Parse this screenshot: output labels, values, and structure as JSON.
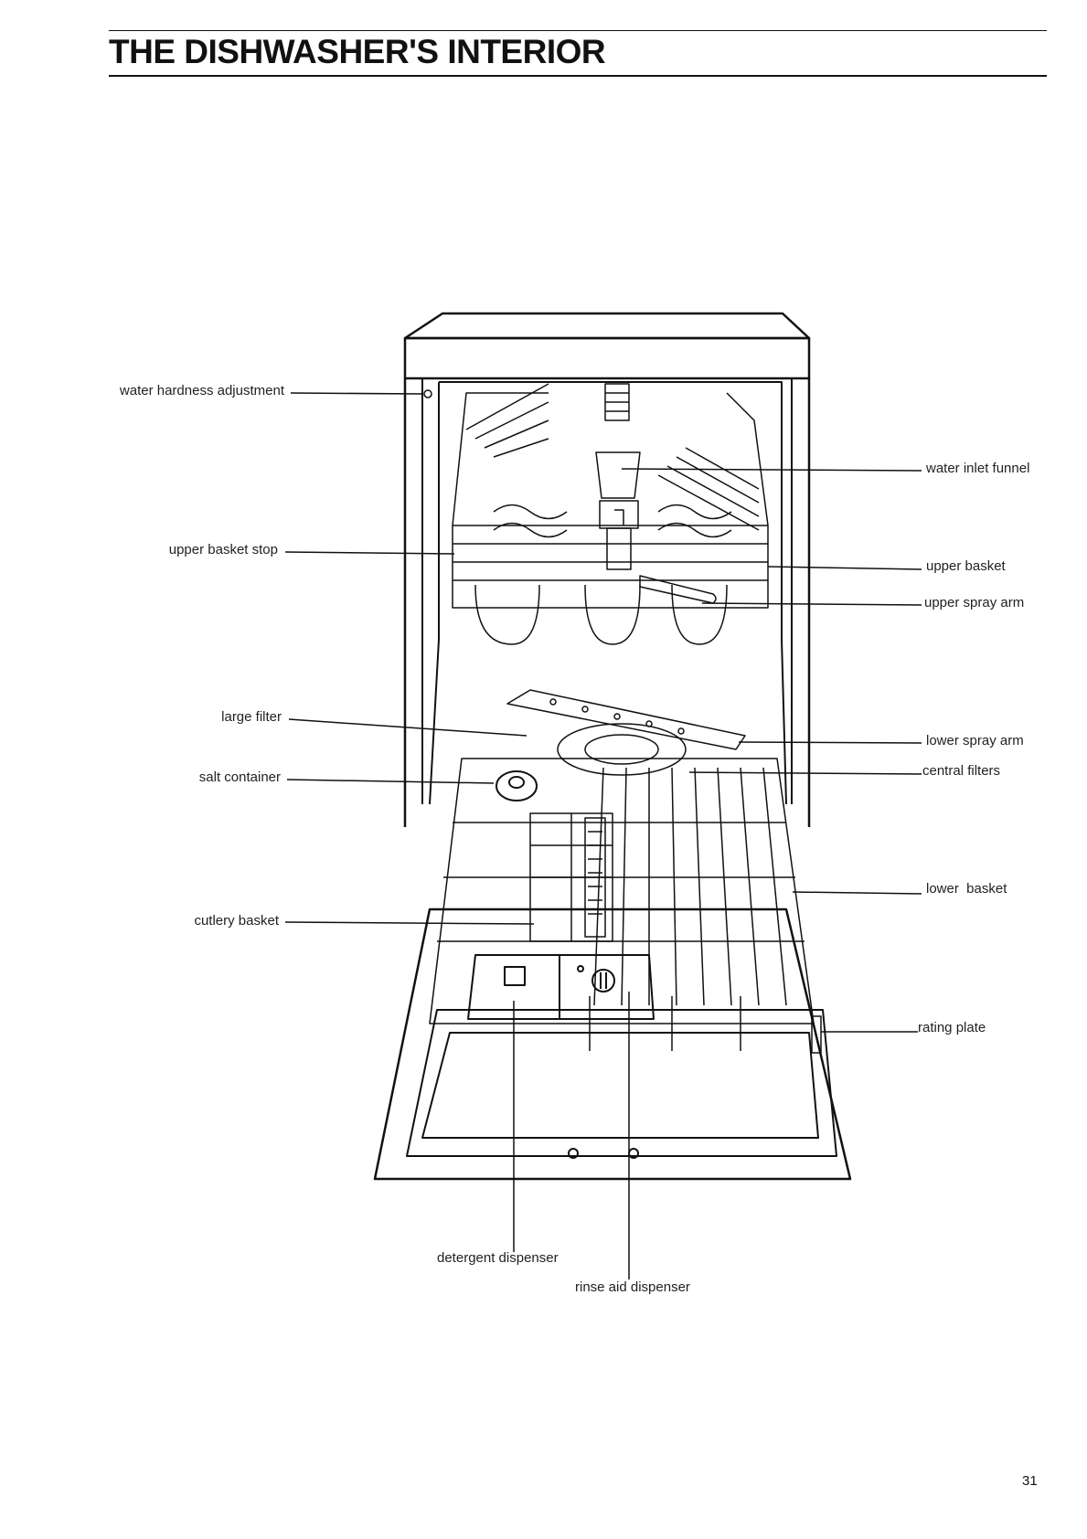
{
  "title": "THE DISHWASHER'S INTERIOR",
  "page_number": "31",
  "labels": {
    "water_hardness_adjustment": "water hardness adjustment",
    "upper_basket_stop": "upper basket stop",
    "large_filter": "large filter",
    "salt_container": "salt container",
    "cutlery_basket": "cutlery basket",
    "water_inlet_funnel": "water inlet funnel",
    "upper_basket": "upper basket",
    "upper_spray_arm": "upper spray arm",
    "lower_spray_arm": "lower spray arm",
    "central_filters": "central filters",
    "lower_basket": "lower  basket",
    "rating_plate": "rating plate",
    "detergent_dispenser": "detergent dispenser",
    "rinse_aid_dispenser": "rinse aid dispenser"
  },
  "colors": {
    "ink": "#111111",
    "paper": "#ffffff"
  }
}
